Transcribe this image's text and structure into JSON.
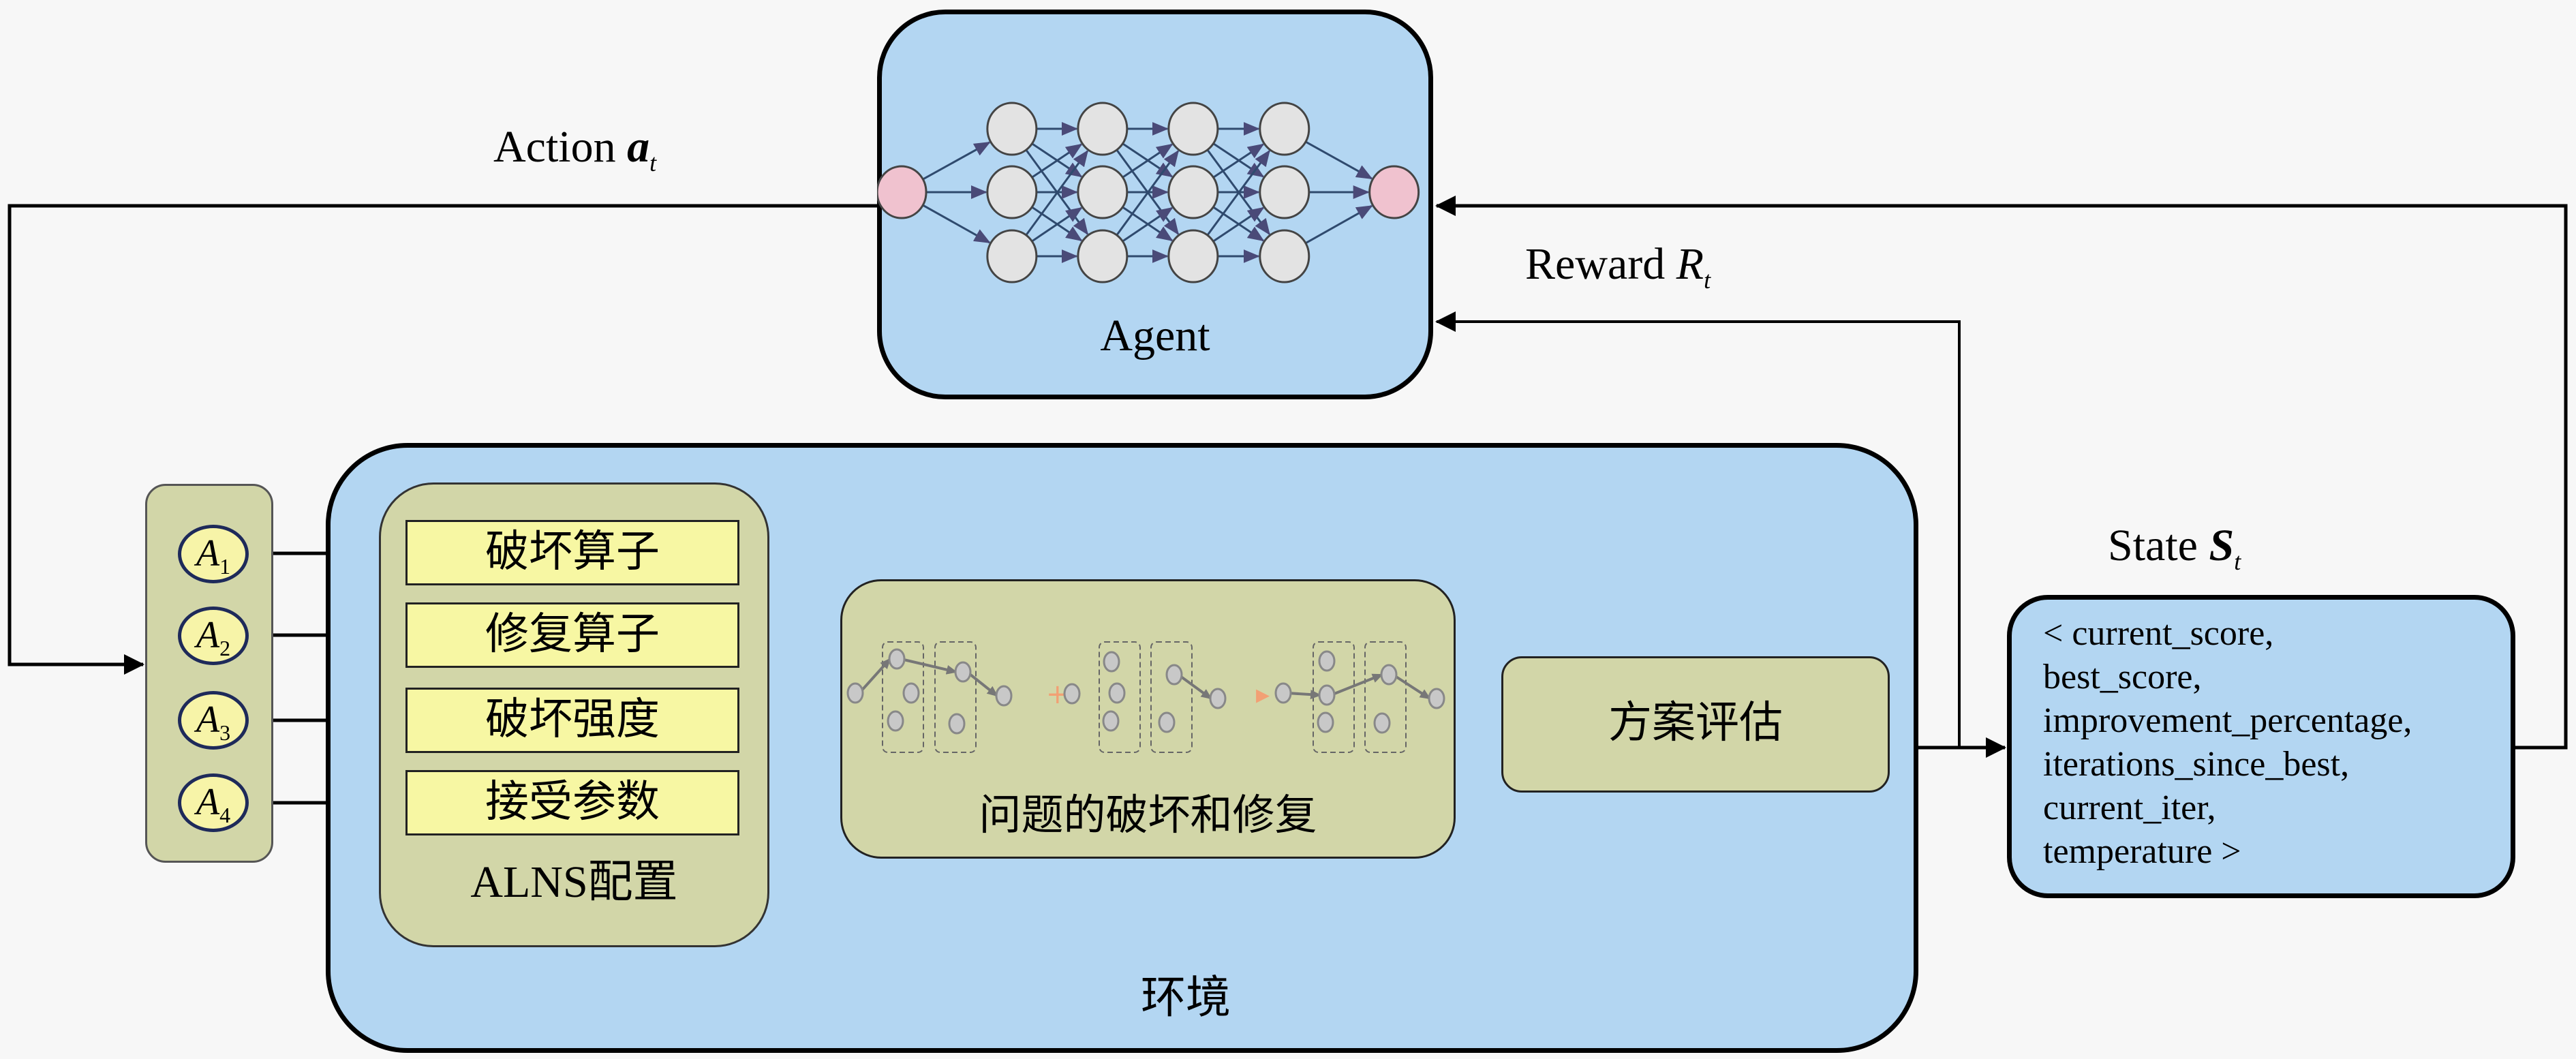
{
  "agent": {
    "label": "Agent",
    "network": {
      "layers": [
        1,
        3,
        3,
        3,
        3,
        1
      ],
      "io_node_color": "#f0c2cf",
      "hidden_node_color": "#e3e3e3",
      "edge_color": "#2f4a6e"
    }
  },
  "arrows": {
    "action": {
      "word": "Action",
      "symbol": "a",
      "subscript": "t"
    },
    "reward": {
      "word": "Reward",
      "symbol": "R",
      "subscript": "t"
    },
    "state": {
      "word": "State",
      "symbol": "S",
      "subscript": "t"
    }
  },
  "actions": [
    {
      "symbol": "A",
      "subscript": "1"
    },
    {
      "symbol": "A",
      "subscript": "2"
    },
    {
      "symbol": "A",
      "subscript": "3"
    },
    {
      "symbol": "A",
      "subscript": "4"
    }
  ],
  "environment": {
    "label": "环境",
    "alns_config": {
      "label": "ALNS配置",
      "params": [
        "破坏算子",
        "修复算子",
        "破坏强度",
        "接受参数"
      ]
    },
    "destroy_repair": {
      "label": "问题的破坏和修复"
    },
    "evaluation": {
      "label": "方案评估"
    }
  },
  "state_vector": {
    "lines": [
      "< current_score,",
      "best_score,",
      "improvement_percentage,",
      "iterations_since_best,",
      "current_iter,",
      "temperature >"
    ]
  },
  "colors": {
    "background": "#f7f7f7",
    "blue_box": "#b3d6f2",
    "olive_box": "#d2d6a8",
    "yellow_param": "#f7f7a3",
    "line": "#000000"
  }
}
